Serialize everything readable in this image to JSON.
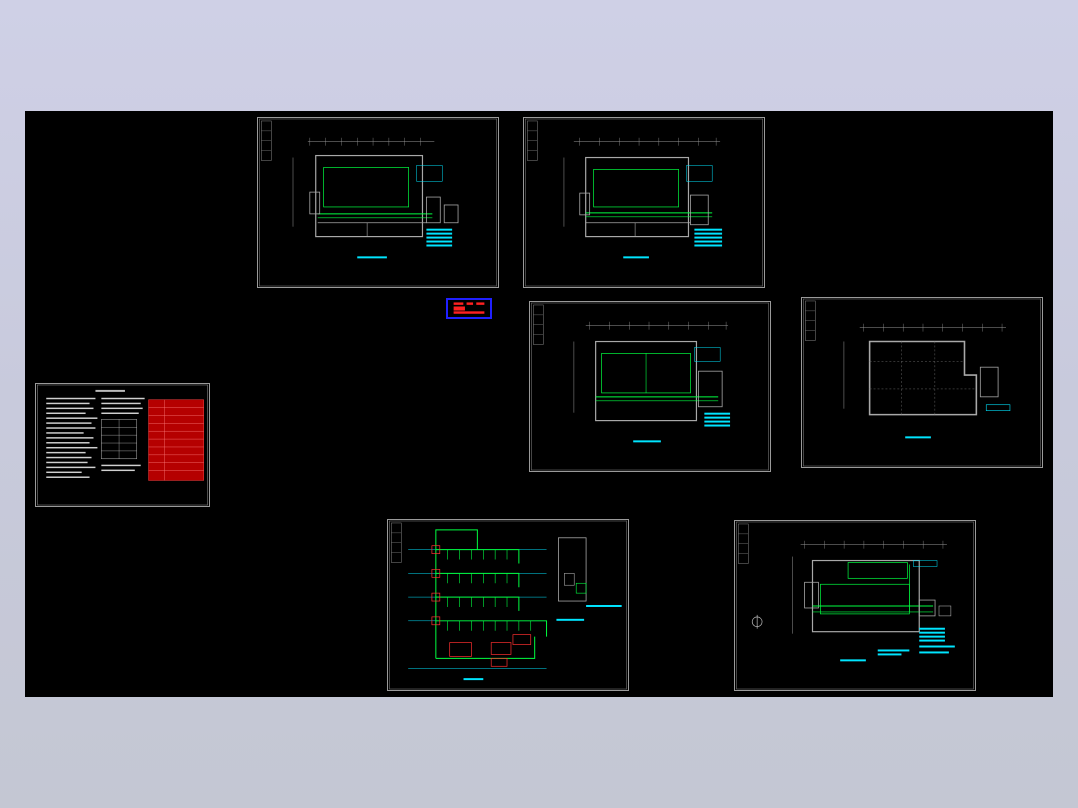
{
  "canvas": {
    "background": "#000000",
    "line_colors": {
      "frame": "#9a9a9a",
      "wall": "#a8a8a8",
      "wiring": "#00ff40",
      "annotation": "#00e5ff",
      "highlight": "#ff2020",
      "stamp_border": "#2020ff"
    }
  },
  "sheets": [
    {
      "id": "floor-plan-1",
      "kind": "floor-plan"
    },
    {
      "id": "floor-plan-2",
      "kind": "floor-plan"
    },
    {
      "id": "floor-plan-3",
      "kind": "floor-plan"
    },
    {
      "id": "roof-plan",
      "kind": "roof-plan"
    },
    {
      "id": "notes-sheet",
      "kind": "design-notes"
    },
    {
      "id": "system-diagram",
      "kind": "riser-diagram"
    },
    {
      "id": "ground-floor-plan",
      "kind": "floor-plan"
    }
  ],
  "stamp": {
    "kind": "logo"
  }
}
